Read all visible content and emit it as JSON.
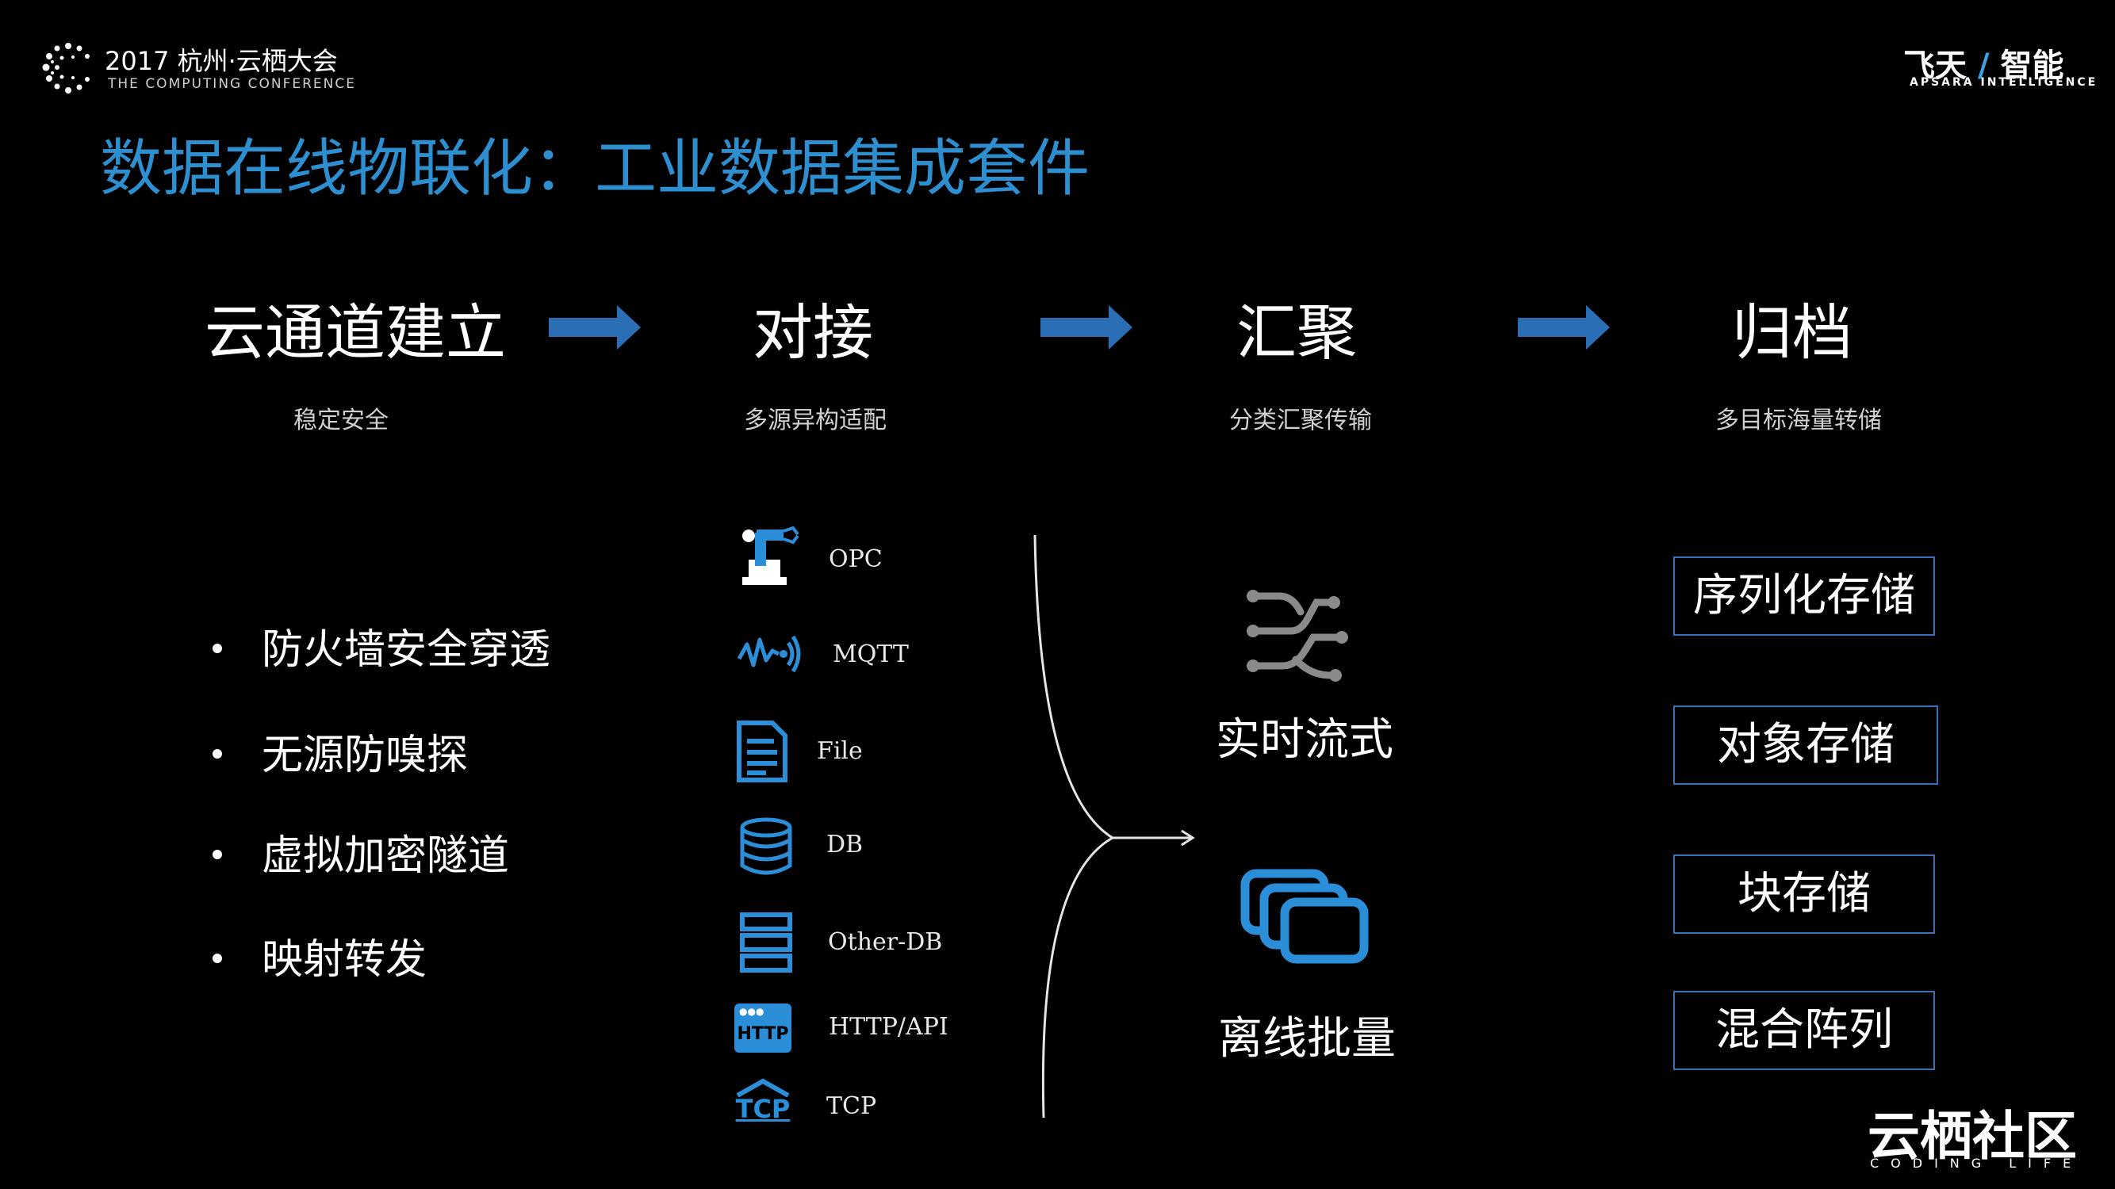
{
  "header": {
    "conference_name": "2017 杭州·云栖大会",
    "conference_sub": "THE COMPUTING CONFERENCE",
    "brand_left": "飞天",
    "brand_slash": "/",
    "brand_right": "智能",
    "brand_sub": "APSARA INTELLIGENCE"
  },
  "title": "数据在线物联化：工业数据集成套件",
  "stages": [
    {
      "label": "云通道建立",
      "sub": "稳定安全"
    },
    {
      "label": "对接",
      "sub": "多源异构适配"
    },
    {
      "label": "汇聚",
      "sub": "分类汇聚传输"
    },
    {
      "label": "归档",
      "sub": "多目标海量转储"
    }
  ],
  "bullets": [
    "防火墙安全穿透",
    "无源防嗅探",
    "虚拟加密隧道",
    "映射转发"
  ],
  "protocols": [
    {
      "label": "OPC",
      "icon": "robot-arm-icon"
    },
    {
      "label": "MQTT",
      "icon": "signal-wave-icon"
    },
    {
      "label": "File",
      "icon": "document-icon"
    },
    {
      "label": "DB",
      "icon": "database-icon"
    },
    {
      "label": "Other-DB",
      "icon": "server-stack-icon"
    },
    {
      "label": "HTTP/API",
      "icon": "http-icon"
    },
    {
      "label": "TCP",
      "icon": "tcp-icon"
    }
  ],
  "http_icon_text": "HTTP",
  "tcp_icon_text": "TCP",
  "modes": [
    {
      "label": "实时流式",
      "icon": "stream-flow-icon"
    },
    {
      "label": "离线批量",
      "icon": "batch-windows-icon"
    }
  ],
  "storage": [
    "序列化存储",
    "对象存储",
    "块存储",
    "混合阵列"
  ],
  "footer": {
    "community_name": "云栖社区",
    "community_sub": "CODING LIFE"
  },
  "colors": {
    "accent": "#2d8fd0",
    "arrow": "#2a6fb5",
    "icon": "#2a8fd8",
    "box_border": "#3a6fb8"
  }
}
